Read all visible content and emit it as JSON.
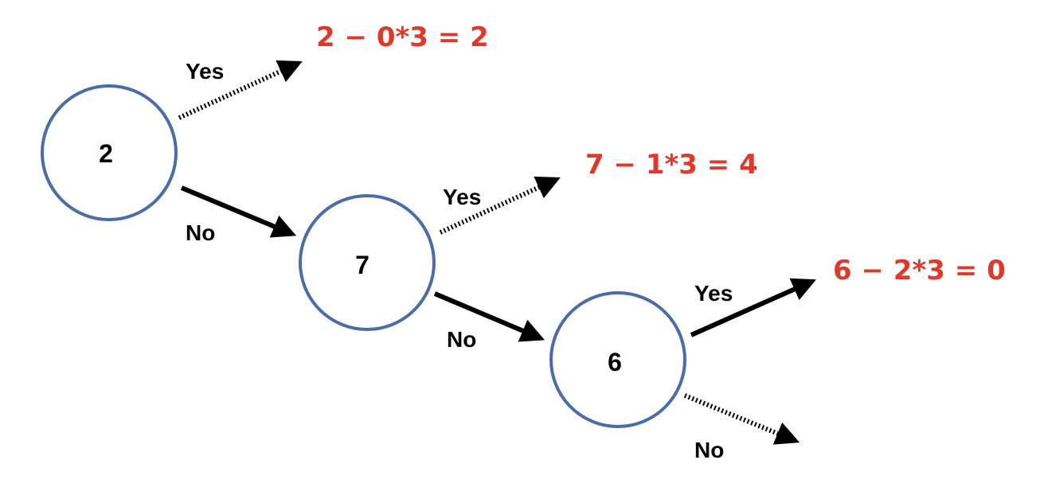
{
  "colors": {
    "node_stroke": "#4a6da7",
    "result_text": "#e0382b",
    "arrow": "#000000"
  },
  "nodes": {
    "n1": "2",
    "n2": "7",
    "n3": "6"
  },
  "edges": {
    "n1_yes": "Yes",
    "n1_no": "No",
    "n2_yes": "Yes",
    "n2_no": "No",
    "n3_yes": "Yes",
    "n3_no": "No"
  },
  "results": {
    "r1": "2 − 0*3 = 2",
    "r2": "7 − 1*3 = 4",
    "r3": "6 − 2*3 = 0"
  }
}
